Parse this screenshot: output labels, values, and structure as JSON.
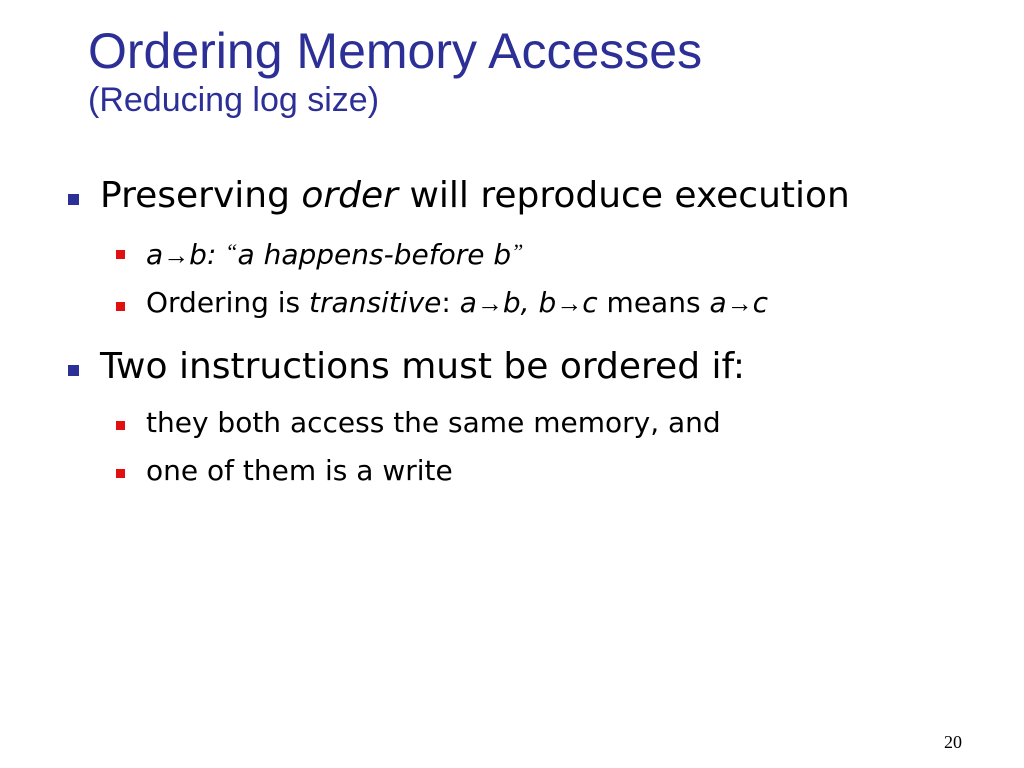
{
  "slide": {
    "title": "Ordering Memory Accesses",
    "subtitle": "(Reducing log size)",
    "page_number": "20"
  },
  "bullets": {
    "preserve": {
      "pre": "Preserving ",
      "em": "order",
      "post": " will reproduce execution"
    },
    "happens_before": {
      "a": "a",
      "arrow": "→",
      "b_colon": "b: ",
      "open_quote": "“",
      "text": "a happens-before b",
      "close_quote": "”"
    },
    "transitive": {
      "pre": "Ordering is ",
      "em": "transitive",
      "colon": ": ",
      "a": "a",
      "arrow1": "→",
      "b_comma_b": "b, b",
      "arrow2": "→",
      "c": "c",
      "means": " means ",
      "a2": "a",
      "arrow3": "→",
      "c2": "c"
    },
    "two_instructions": "Two instructions must be ordered if:",
    "same_memory": "they both access the same memory, and",
    "write": "one of them is a write"
  },
  "colors": {
    "title": "#2b2f96",
    "level1_bullet": "#2b2f96",
    "level2_bullet": "#e01010"
  }
}
